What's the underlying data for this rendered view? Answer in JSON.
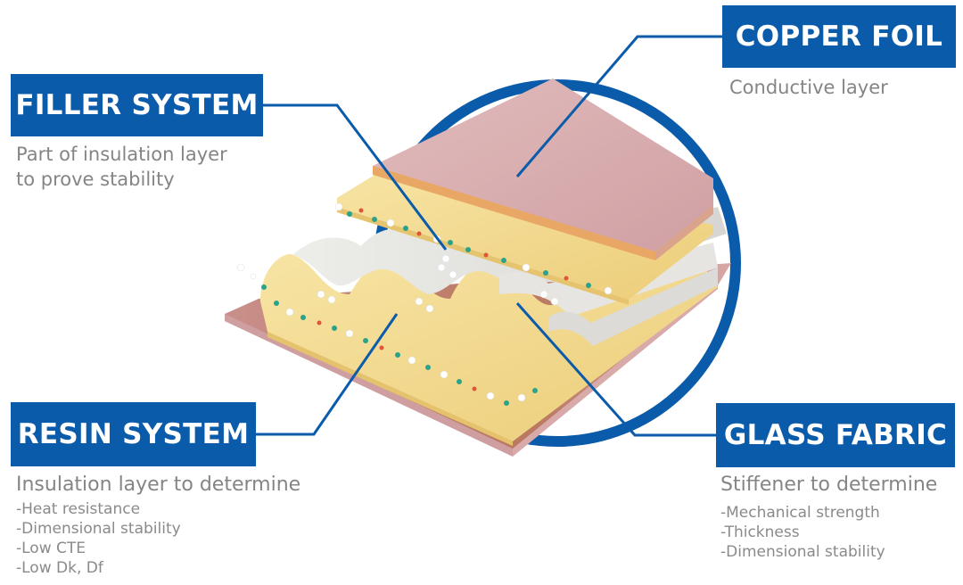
{
  "labels": {
    "filler": {
      "title": "FILLER SYSTEM",
      "desc": [
        "Part of insulation layer",
        "to prove stability"
      ]
    },
    "copper": {
      "title": "COPPER FOIL",
      "desc": [
        "Conductive layer"
      ]
    },
    "resin": {
      "title": "RESIN SYSTEM",
      "desc": [
        "Insulation layer to determine"
      ],
      "bullets": [
        "-Heat resistance",
        "-Dimensional stability",
        "-Low CTE",
        "-Low Dk, Df"
      ]
    },
    "glass": {
      "title": "GLASS FABRIC",
      "desc": [
        "Stiffener to determine"
      ],
      "bullets": [
        "-Mechanical strength",
        "-Thickness",
        "-Dimensional stability"
      ]
    }
  },
  "colors": {
    "accent": "#0b5bab",
    "text_gray": "#858585",
    "copper": "#d9aeb0",
    "resin": "#f3dc8f",
    "glass": "#e3e3e1"
  }
}
